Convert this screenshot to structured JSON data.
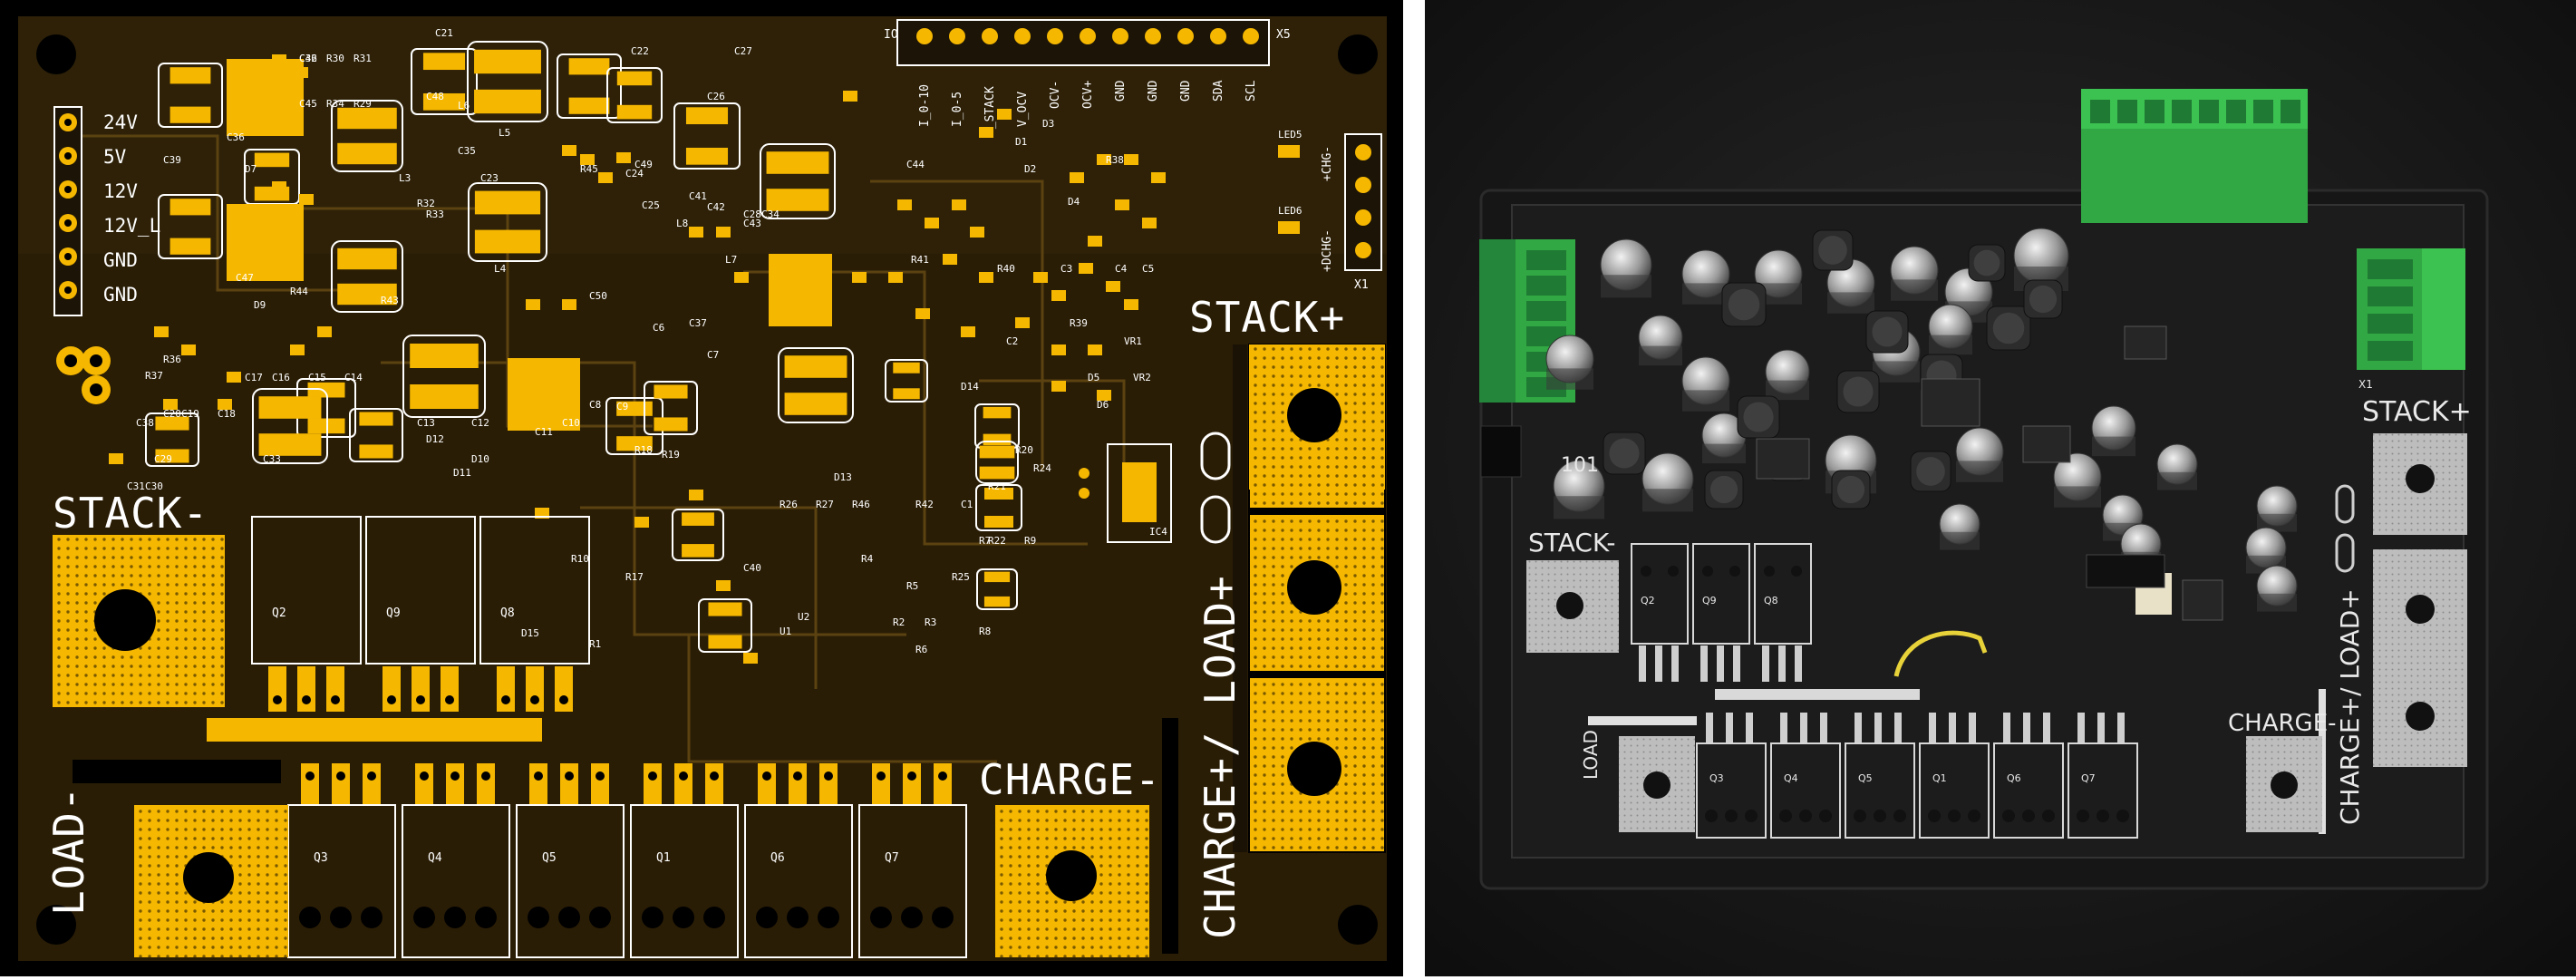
{
  "pcb_layout": {
    "connector_labels_left": [
      "24V",
      "5V",
      "12V",
      "12V_L",
      "GND",
      "GND"
    ],
    "connector_labels_top": [
      "I_0-10",
      "I_0-5",
      "V_STACK",
      "V_OCV",
      "OCV-",
      "OCV+",
      "GND",
      "GND",
      "GND",
      "SDA",
      "SCL"
    ],
    "connector_right_labels": [
      "+CHG-",
      "+DCHG-"
    ],
    "connector_names": {
      "top_left": "IO",
      "top_right": "X5",
      "right": "X1",
      "led_a": "LED5",
      "led_b": "LED6",
      "opto": "IC4"
    },
    "terminal_labels": {
      "stack_plus": "STACK+",
      "stack_minus": "STACK-",
      "charge_minus": "CHARGE-",
      "load_minus": "LOAD-",
      "charge_load_plus": "CHARGE+/ LOAD+"
    },
    "mosfets_upper": [
      "Q2",
      "Q9",
      "Q8"
    ],
    "mosfets_lower": [
      "Q3",
      "Q4",
      "Q5",
      "Q1",
      "Q6",
      "Q7"
    ],
    "designators": [
      "C46",
      "R30",
      "R31",
      "C45",
      "R34",
      "R29",
      "C21",
      "C22",
      "C39",
      "C36",
      "C47",
      "C48",
      "C35",
      "C23",
      "C24",
      "C25",
      "R32",
      "R33",
      "D7",
      "D9",
      "C26",
      "C27",
      "C28",
      "L3",
      "L4",
      "L5",
      "L6",
      "L7",
      "L8",
      "C41",
      "C42",
      "C43",
      "R44",
      "R43",
      "R45",
      "C49",
      "C50",
      "R36",
      "R37",
      "C38",
      "C33",
      "D10",
      "D11",
      "D12",
      "D13",
      "D14",
      "C44",
      "C40",
      "C34",
      "C37",
      "R41",
      "R40",
      "R39",
      "R38",
      "U1",
      "U2",
      "VR1",
      "VR2",
      "D1",
      "D2",
      "D3",
      "D4",
      "D5",
      "D6",
      "D15",
      "R1",
      "R2",
      "R3",
      "R4",
      "R5",
      "R6",
      "R7",
      "R8",
      "R9",
      "R10",
      "R17",
      "R18",
      "R19",
      "R20",
      "R21",
      "R22",
      "R24",
      "R25",
      "R26",
      "R27",
      "R46",
      "R42",
      "C1",
      "C2",
      "C3",
      "C4",
      "C5",
      "C6",
      "C7",
      "C8",
      "C9",
      "C10",
      "C11",
      "C12",
      "C13",
      "C14",
      "C15",
      "C16",
      "C17",
      "C18",
      "C19",
      "C20",
      "C29",
      "C30",
      "C31",
      "C32"
    ]
  },
  "photo": {
    "terminal_labels": {
      "stack_plus": "STACK+",
      "stack_minus": "STACK-",
      "charge_minus": "CHARGE-",
      "load": "LOAD",
      "charge_load_plus": "CHARGE+/ LOAD+"
    },
    "mosfets_upper": [
      "Q2",
      "Q9",
      "Q8"
    ],
    "mosfets_lower": [
      "Q3",
      "Q4",
      "Q5",
      "Q1",
      "Q6",
      "Q7"
    ],
    "inductor_marking": "101",
    "connector_name": "X1",
    "colors": {
      "board": "#1c1c1c",
      "connector": "#31a843",
      "pad": "#b9b9b9",
      "background": "#111111"
    }
  },
  "colors": {
    "pcb_background": "#2e2108",
    "copper": "#f5b700",
    "silkscreen": "#ffffff"
  }
}
